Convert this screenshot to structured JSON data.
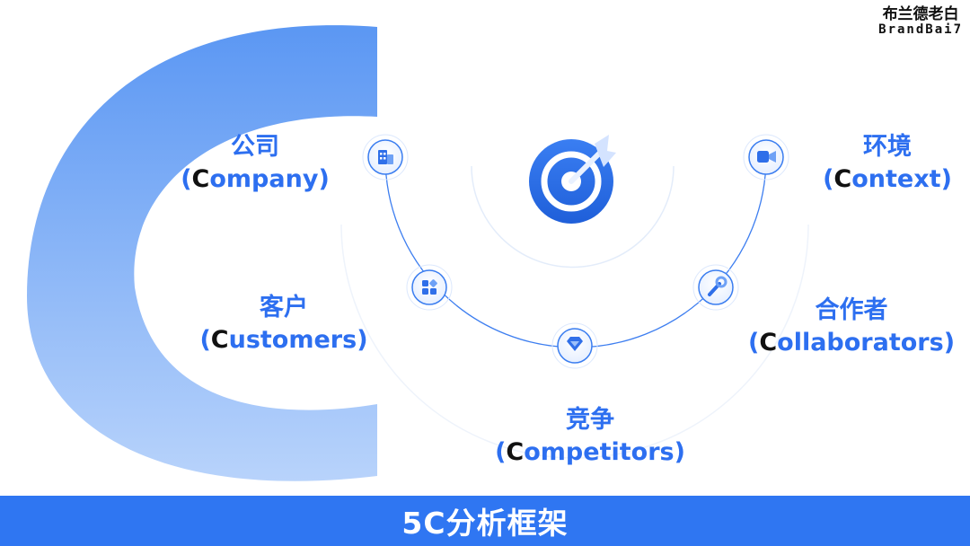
{
  "brand": {
    "name_cn": "布兰德老白",
    "name_en": "BrandBai7"
  },
  "center_icon": "target-arrow-icon",
  "elements": [
    {
      "key": "company",
      "cn": "公司",
      "initial": "C",
      "rest": "ompany",
      "icon": "building-icon"
    },
    {
      "key": "context",
      "cn": "环境",
      "initial": "C",
      "rest": "ontext",
      "icon": "video-camera-icon"
    },
    {
      "key": "customers",
      "cn": "客户",
      "initial": "C",
      "rest": "ustomers",
      "icon": "apps-grid-icon"
    },
    {
      "key": "collaborators",
      "cn": "合作者",
      "initial": "C",
      "rest": "ollaborators",
      "icon": "wrench-icon"
    },
    {
      "key": "competitors",
      "cn": "竞争",
      "initial": "C",
      "rest": "ompetitors",
      "icon": "diamond-icon"
    }
  ],
  "footer": {
    "title": "5C分析框架"
  },
  "colors": {
    "accent": "#2d6ff0",
    "footer_bg": "#2f76f2",
    "c_shape_top": "#5b97f3",
    "c_shape_bottom": "#b3d0fb"
  }
}
